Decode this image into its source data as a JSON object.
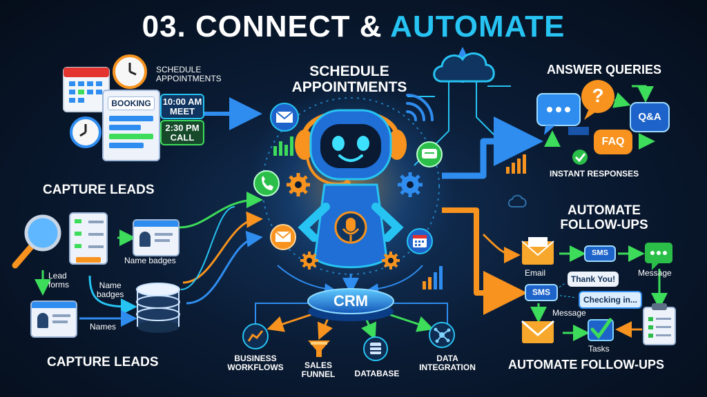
{
  "title": {
    "number": "03.",
    "part1": "CONNECT &",
    "part2": "AUTOMATE"
  },
  "colors": {
    "accent": "#27c4f3",
    "green": "#3ddc5a",
    "orange": "#f7931e",
    "blue": "#2f8df0",
    "background": "#06101f"
  },
  "schedule": {
    "small_heading": [
      "SCHEDULE",
      "APPOINTMENTS"
    ],
    "heading": [
      "SCHEDULE",
      "APPOINTMENTS"
    ],
    "booking": "BOOKING",
    "meet": [
      "10:00 AM",
      "MEET"
    ],
    "call": [
      "2:30 PM",
      "CALL"
    ]
  },
  "leads": {
    "heading_top": "CAPTURE LEADS",
    "heading_bottom": "CAPTURE LEADS",
    "lead_forms": [
      "Lead",
      "forms"
    ],
    "name_badges_right": "Name badges",
    "name_badges": [
      "Name",
      "badges"
    ],
    "names": "Names"
  },
  "center": {
    "crm": "CRM",
    "outputs": [
      {
        "label": [
          "BUSINESS",
          "WORKFLOWS"
        ],
        "icon": "workflow-chart-icon"
      },
      {
        "label": [
          "SALES",
          "FUNNEL"
        ],
        "icon": "funnel-icon"
      },
      {
        "label": [
          "DATABASE"
        ],
        "icon": "database-icon"
      },
      {
        "label": [
          "DATA",
          "INTEGRATION"
        ],
        "icon": "network-nodes-icon"
      }
    ]
  },
  "queries": {
    "heading": "ANSWER QUERIES",
    "faq": "FAQ",
    "qa": "Q&A",
    "question_mark": "?",
    "instant": "INSTANT RESPONSES"
  },
  "followups": {
    "heading_top": [
      "AUTOMATE",
      "FOLLOW-UPS"
    ],
    "heading_bottom": "AUTOMATE FOLLOW-UPS",
    "email": "Email",
    "sms_top": "SMS",
    "message_top": "Message",
    "thank_you": "Thank You!",
    "checking_in": "Checking in...",
    "sms_mid": "SMS",
    "message_mid": "Message",
    "tasks": "Tasks"
  }
}
